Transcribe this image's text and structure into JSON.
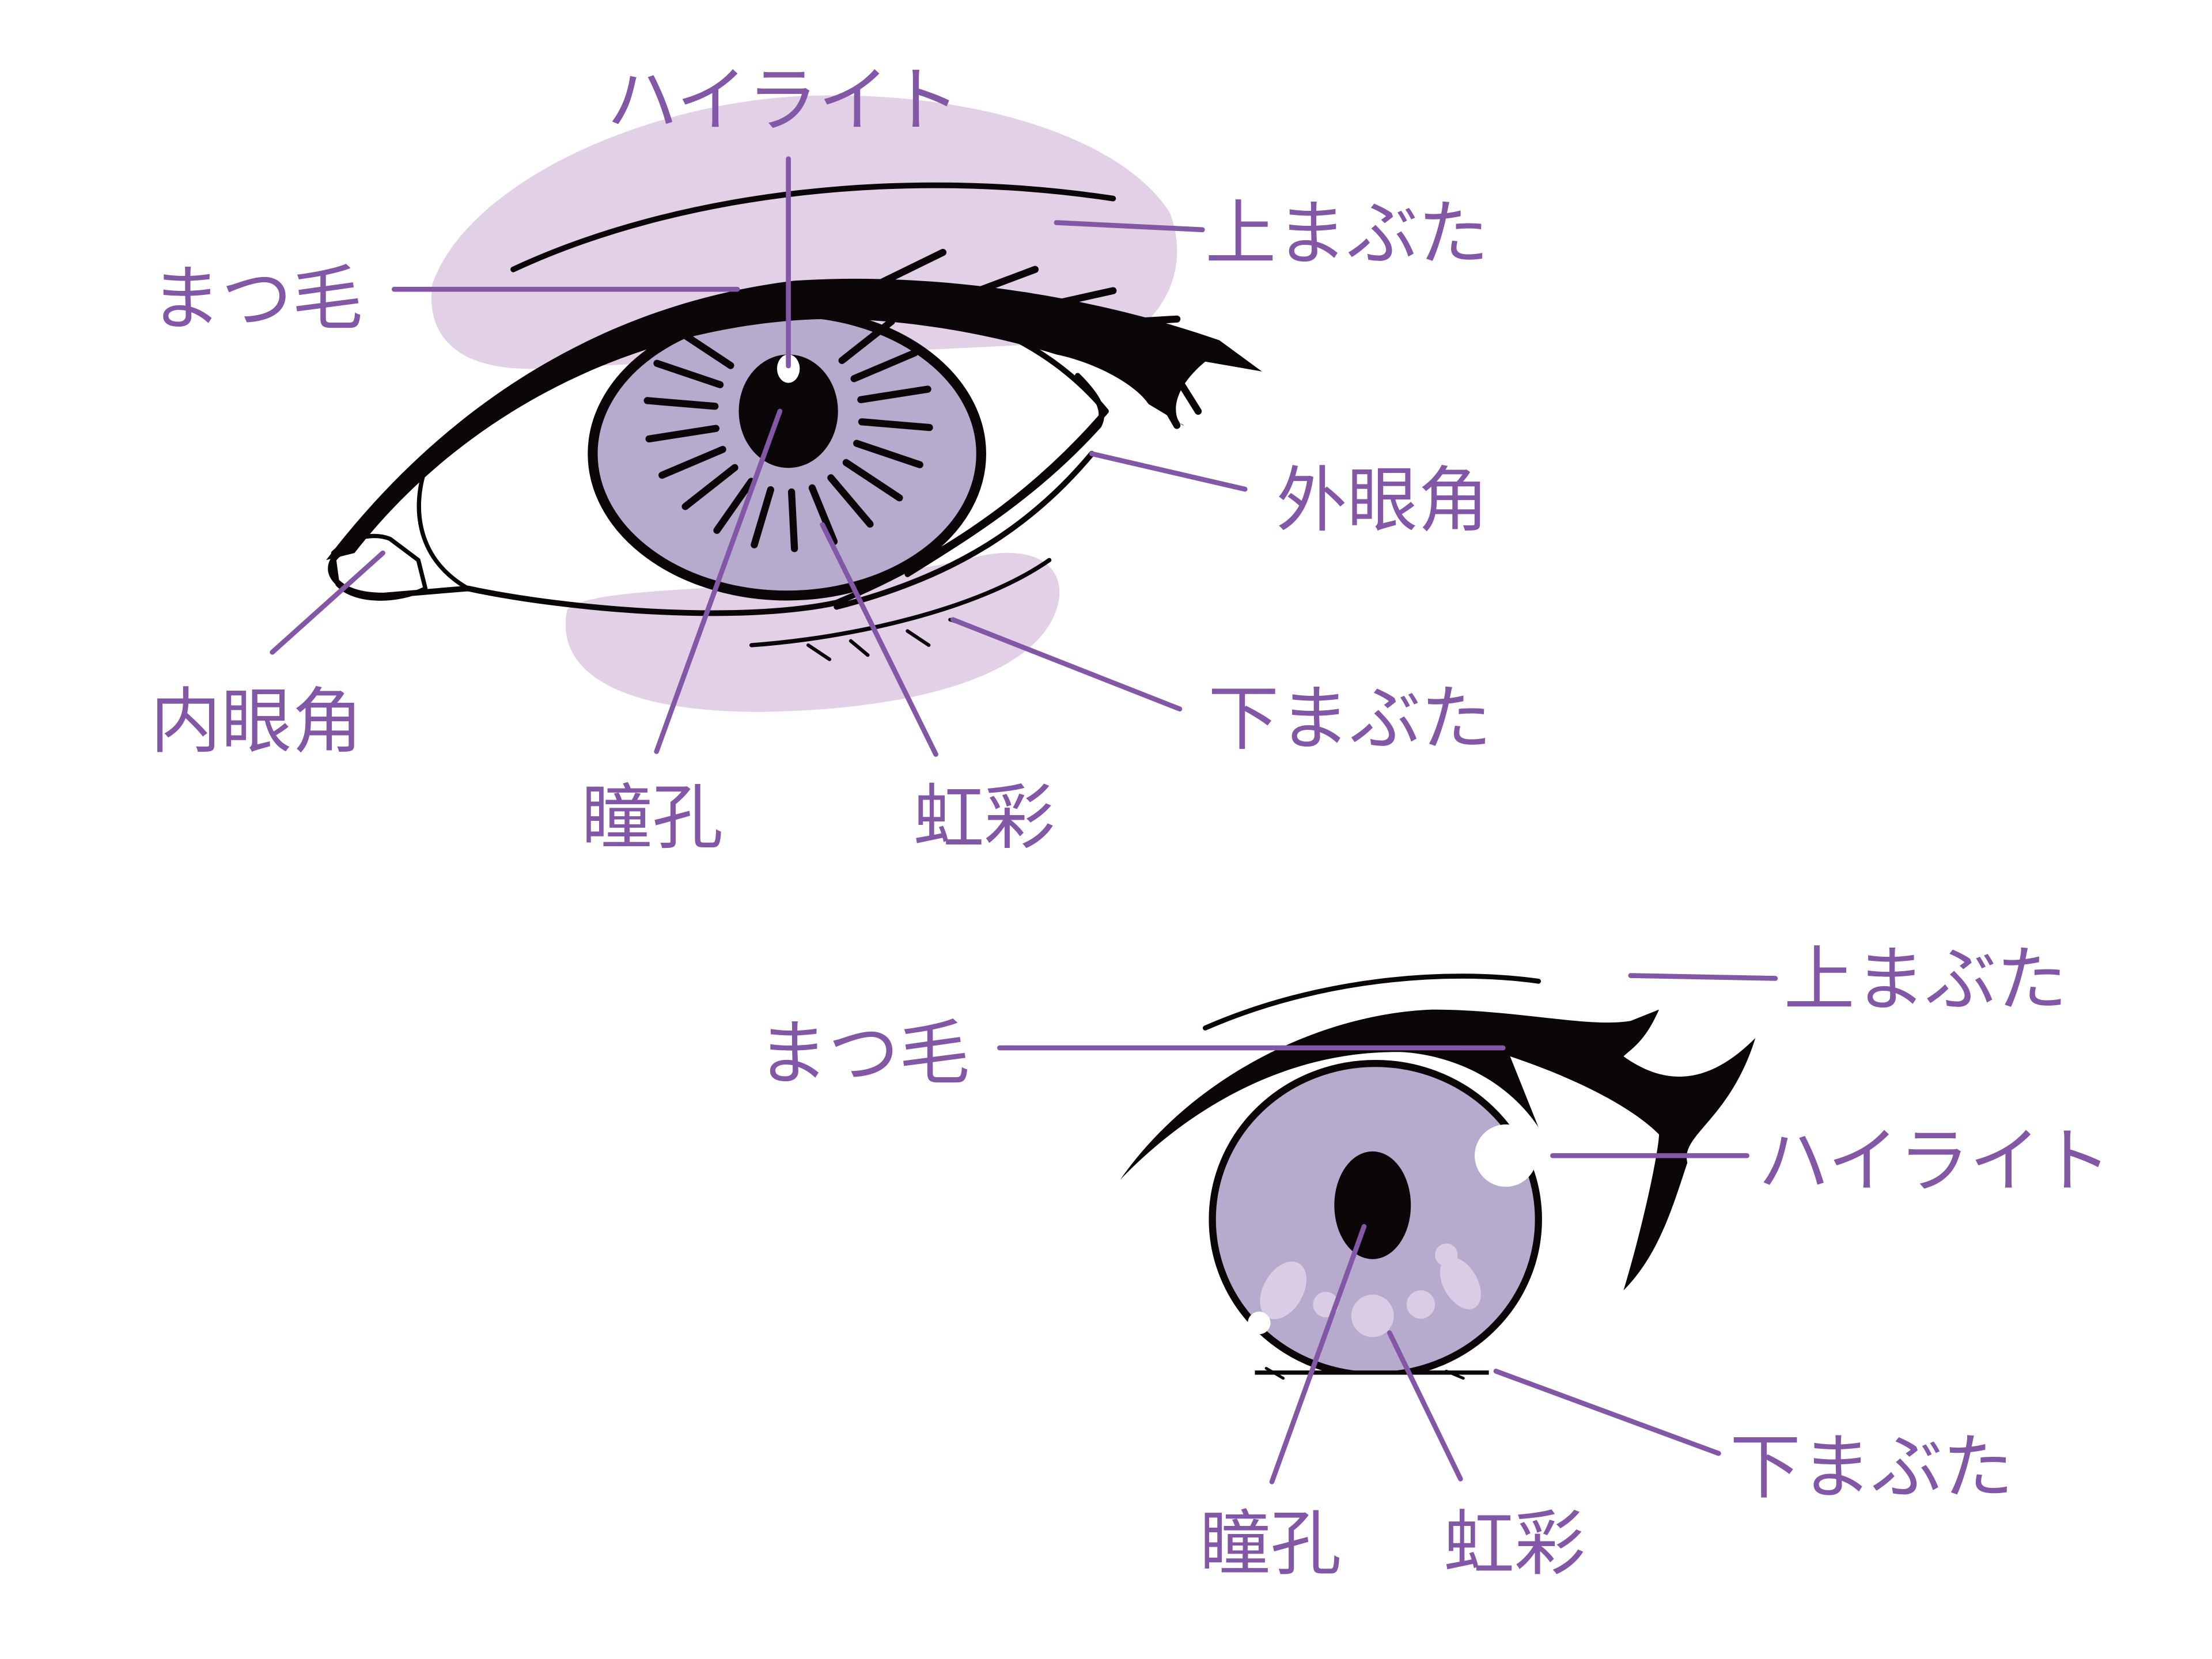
{
  "colors": {
    "label": "#8257a5",
    "shade": "#e1d0e6",
    "iris": "#b6aacd",
    "ink": "#0b0608"
  },
  "realistic_eye": {
    "highlight": "ハイライト",
    "upper_eyelid": "上まぶた",
    "eyelashes": "まつ毛",
    "outer_corner": "外眼角",
    "inner_corner": "内眼角",
    "lower_eyelid": "下まぶた",
    "pupil": "瞳孔",
    "iris": "虹彩"
  },
  "anime_eye": {
    "upper_eyelid": "上まぶた",
    "eyelashes": "まつ毛",
    "highlight": "ハイライト",
    "lower_eyelid": "下まぶた",
    "pupil": "瞳孔",
    "iris": "虹彩"
  }
}
